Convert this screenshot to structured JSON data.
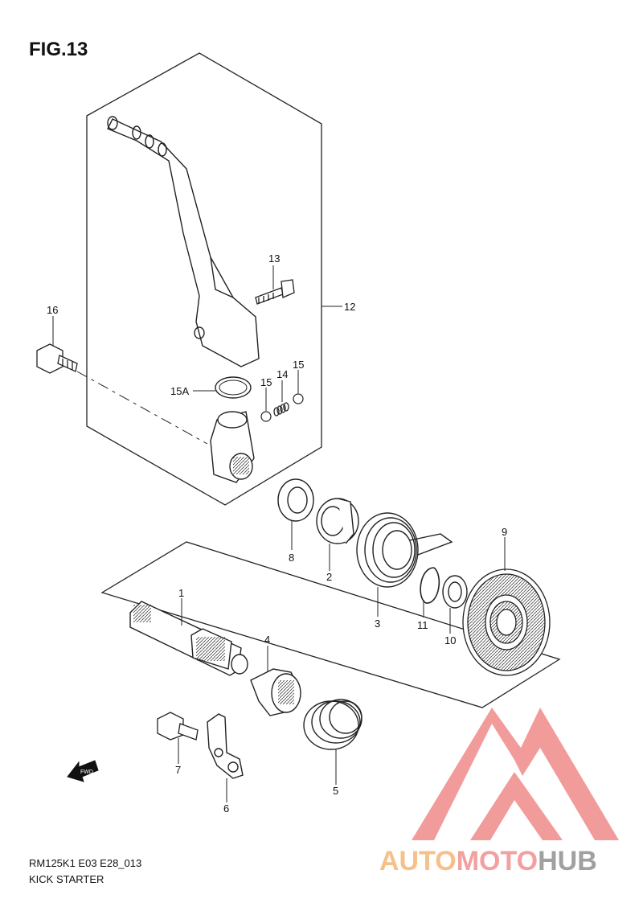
{
  "figure": {
    "title": "FIG.13"
  },
  "footer": {
    "code": "RM125K1 E03 E28_013",
    "name": "KICK STARTER"
  },
  "callouts": {
    "c1": "1",
    "c2": "2",
    "c3": "3",
    "c4": "4",
    "c5": "5",
    "c6": "6",
    "c7": "7",
    "c8": "8",
    "c9": "9",
    "c10": "10",
    "c11": "11",
    "c12": "12",
    "c13": "13",
    "c14": "14",
    "c15a": "15",
    "c15b": "15",
    "c15A": "15A",
    "c16": "16"
  },
  "fwd_arrow": {
    "label": "FWD"
  },
  "watermark": {
    "part1": "AUTO",
    "part2": "MOTO",
    "part3": "HUB",
    "colors": {
      "auto": "#f7c08a",
      "moto": "#f2a0a0",
      "hub": "#a0a0a0",
      "logo": "#f08a8a"
    }
  }
}
